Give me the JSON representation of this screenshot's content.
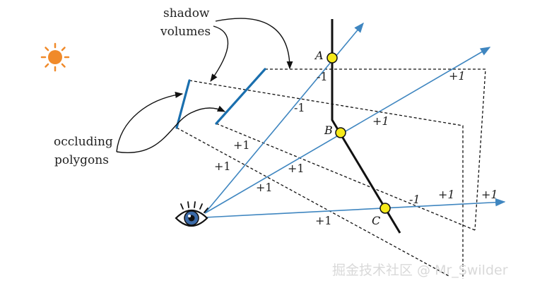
{
  "labels": {
    "shadow_volumes_line1": "shadow",
    "shadow_volumes_line2": "volumes",
    "occluding_line1": "occluding",
    "occluding_line2": "polygons"
  },
  "points": {
    "a": "A",
    "b": "B",
    "c": "C"
  },
  "counts": {
    "m1_near_a": "-1",
    "m1_mid": "-1",
    "p1_top_right": "+1",
    "p1_near_b": "+1",
    "p1_ray2_a": "+1",
    "p1_ray2_b": "+1",
    "p1_ray1_a": "+1",
    "p1_ray1_b": "+1",
    "p1_ray3": "+1",
    "m1_bottom": "-1",
    "p1_bottom_a": "+1",
    "p1_bottom_b": "+1"
  },
  "watermark": "掘金技术社区 @ Mr_Swilder",
  "colors": {
    "ray": "#3f86c0",
    "polygon": "#1a6fae",
    "object": "#111111",
    "point_fill": "#f6ea1a",
    "sun": "#f08a2a",
    "eye_iris": "#3b6aa8"
  },
  "icons": {
    "sun": "sun-icon",
    "eye": "eye-icon"
  }
}
